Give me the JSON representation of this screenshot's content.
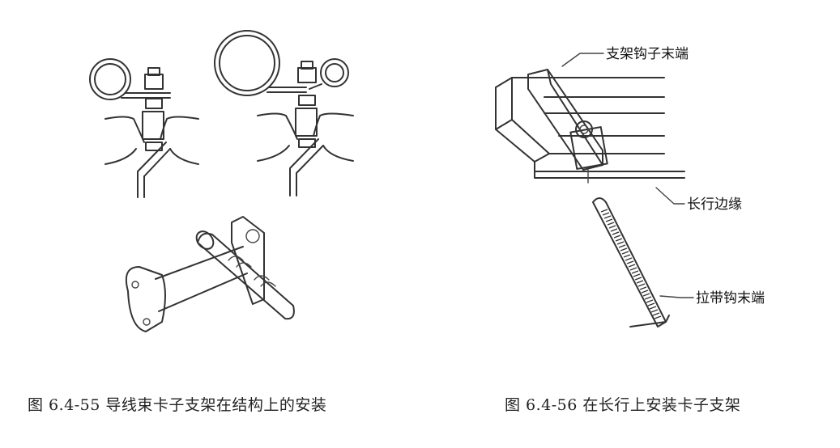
{
  "figure_left": {
    "caption": "图 6.4-55 导线束卡子支架在结构上的安装"
  },
  "figure_right": {
    "caption": "图 6.4-56 在长行上安装卡子支架",
    "labels": {
      "bracket_hook_end": "支架钩子末端",
      "stringer_edge": "长行边缘",
      "strap_hook_end": "拉带钩末端"
    }
  }
}
